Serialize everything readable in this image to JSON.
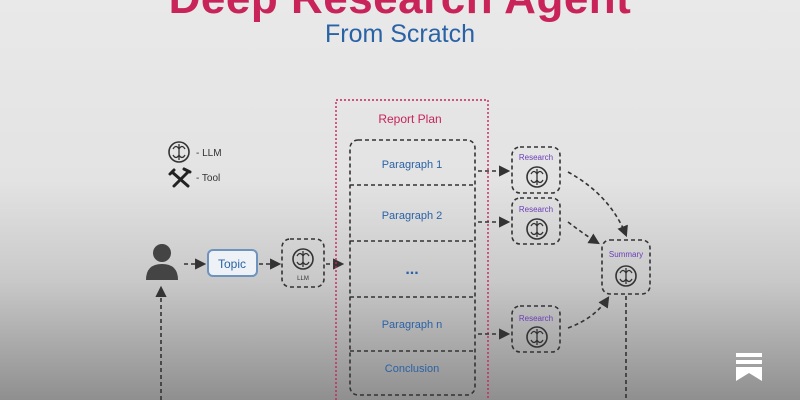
{
  "header": {
    "title": "Deep Research Agent",
    "subtitle": "From Scratch"
  },
  "legend": {
    "llm_label": "- LLM",
    "tool_label": "- Tool"
  },
  "topic_label": "Topic",
  "llm_label": "LLM",
  "report_plan": {
    "title": "Report Plan",
    "items": [
      "Paragraph 1",
      "Paragraph 2",
      "...",
      "Paragraph n",
      "Conclusion"
    ]
  },
  "research_label": "Research",
  "summary_label": "Summary",
  "colors": {
    "title": "#c8245a",
    "subtitle": "#2a62a6",
    "plan_border": "#c8245a",
    "item_text": "#2a62a6",
    "research_text": "#6a3db8",
    "topic_border": "#6f93bf"
  },
  "icons": [
    "brain-icon",
    "hammer-wrench-icon",
    "person-icon",
    "bookmark-icon"
  ]
}
